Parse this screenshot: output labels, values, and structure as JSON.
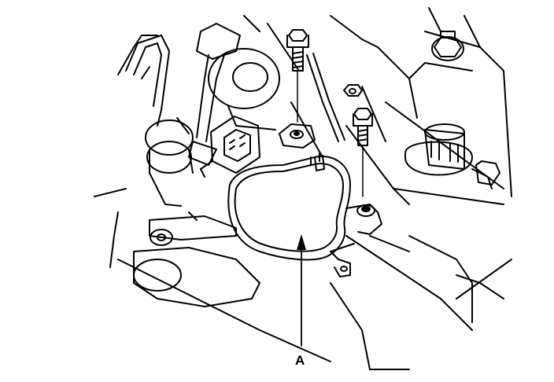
{
  "diagram": {
    "callouts": [
      {
        "id": "A",
        "label": "A",
        "target": "sensor-cover-plate"
      }
    ],
    "style": {
      "ink": "#000000",
      "paper": "#ffffff"
    }
  }
}
